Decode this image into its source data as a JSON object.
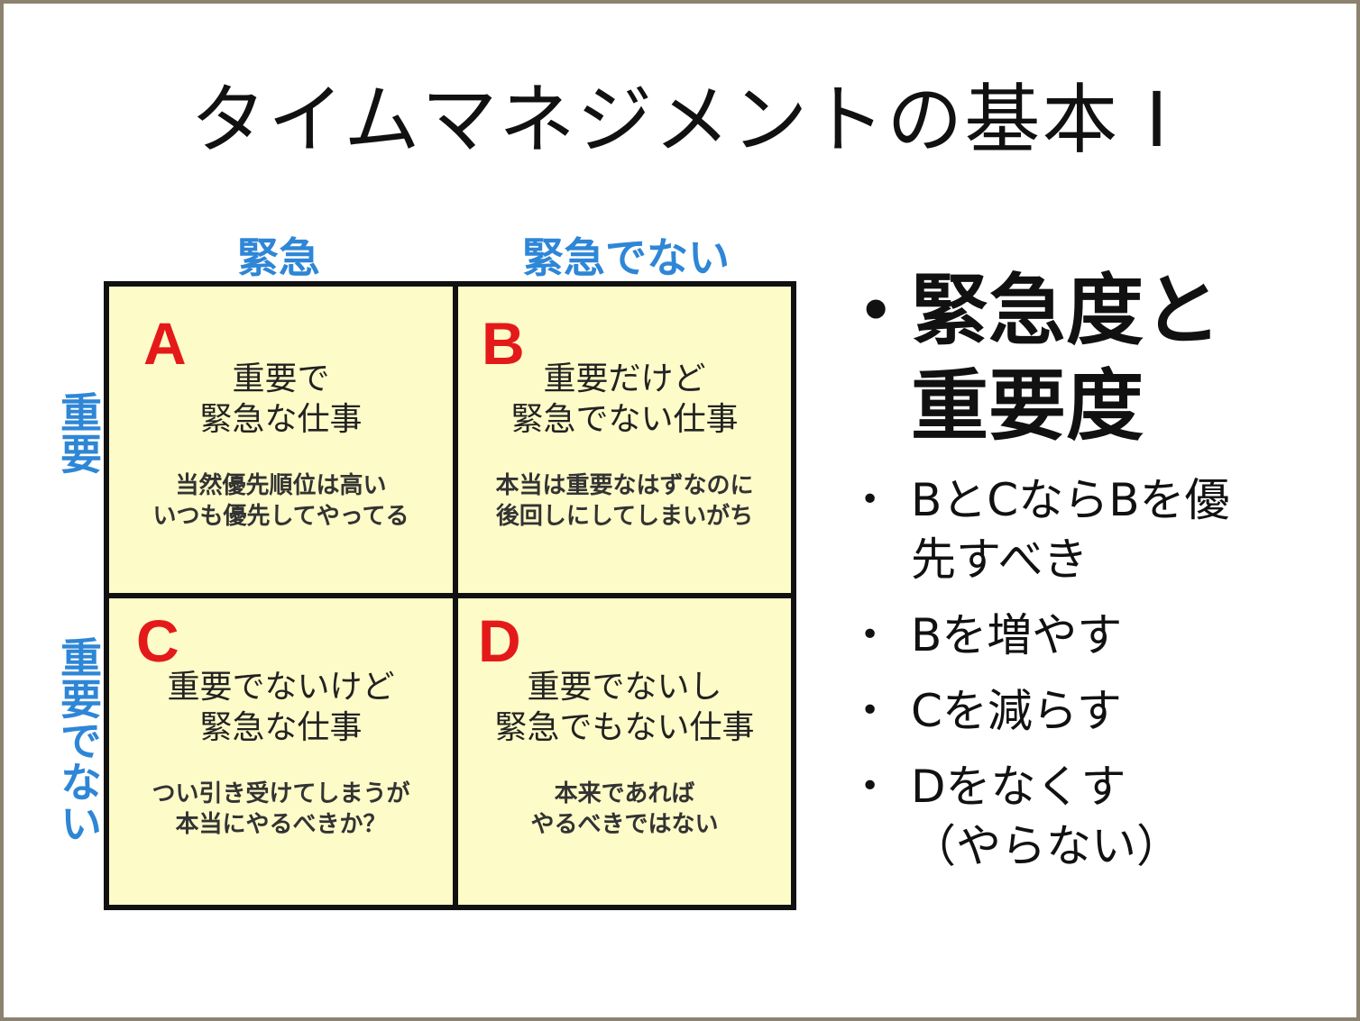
{
  "slide": {
    "title": "タイムマネジメントの基本 I"
  },
  "matrix": {
    "column_headers": [
      "緊急",
      "緊急でない"
    ],
    "row_headers": [
      "重要",
      "重要でない"
    ],
    "cells": [
      {
        "letter": "A",
        "main_lines": [
          "重要で",
          "緊急な仕事"
        ],
        "sub_lines": [
          "当然優先順位は高い",
          "いつも優先してやってる"
        ]
      },
      {
        "letter": "B",
        "main_lines": [
          "重要だけど",
          "緊急でない仕事"
        ],
        "sub_lines": [
          "本当は重要なはずなのに",
          "後回しにしてしまいがち"
        ]
      },
      {
        "letter": "C",
        "main_lines": [
          "重要でないけど",
          "緊急な仕事"
        ],
        "sub_lines": [
          "つい引き受けてしまうが",
          "本当にやるべきか？"
        ]
      },
      {
        "letter": "D",
        "main_lines": [
          "重要でないし",
          "緊急でもない仕事"
        ],
        "sub_lines": [
          "本来であれば",
          "やるべきではない"
        ]
      }
    ],
    "colors": {
      "cell_fill": "#fdfbc8",
      "letter": "#e41a1a",
      "header": "#2e86d6",
      "grid": "#111111"
    }
  },
  "bullets": {
    "main_lines": [
      "緊急度と",
      "重要度"
    ],
    "sub_items": [
      [
        "BとCならBを優",
        "先すべき"
      ],
      [
        "Bを増やす"
      ],
      [
        "Cを減らす"
      ],
      [
        "Dをなくす",
        "（やらない）"
      ]
    ]
  }
}
